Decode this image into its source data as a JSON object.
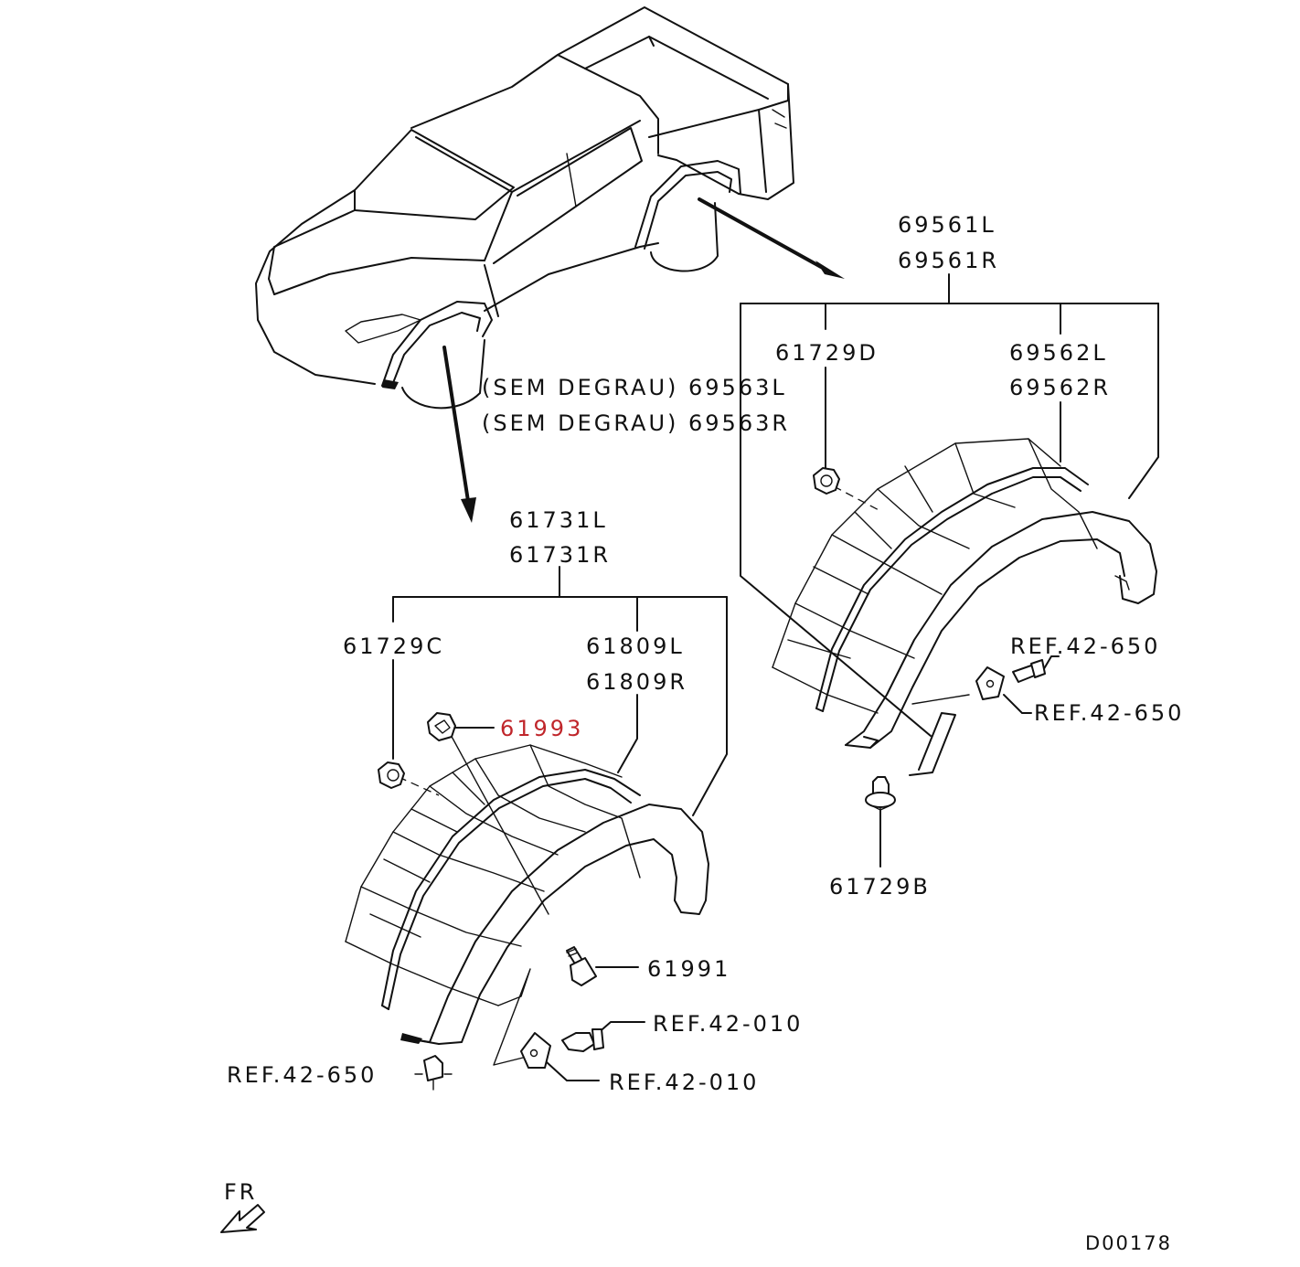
{
  "colors": {
    "line": "#111111",
    "highlight": "#c0262b",
    "background": "#ffffff"
  },
  "labels": {
    "rear_arch_l": "69561L",
    "rear_arch_r": "69561R",
    "clip_61729d": "61729D",
    "rear_molding_l": "69562L",
    "rear_molding_r": "69562R",
    "sem_degrau_l": "(SEM DEGRAU) 69563L",
    "sem_degrau_r": "(SEM DEGRAU) 69563R",
    "front_arch_l": "61731L",
    "front_arch_r": "61731R",
    "clip_61729c": "61729C",
    "front_molding_l": "61809L",
    "front_molding_r": "61809R",
    "nut_61993": "61993",
    "bolt_61991": "61991",
    "clip_61729b": "61729B",
    "ref_rear_1": "REF.42-650",
    "ref_rear_2": "REF.42-650",
    "ref_front_1": "REF.42-010",
    "ref_front_2": "REF.42-010",
    "ref_front_3": "REF.42-650",
    "fr": "FR",
    "diagram_code": "D00178"
  },
  "icons": [
    "pickup-truck-outline",
    "front-arrow-icon",
    "push-clip-icon",
    "nut-icon",
    "bolt-icon"
  ]
}
